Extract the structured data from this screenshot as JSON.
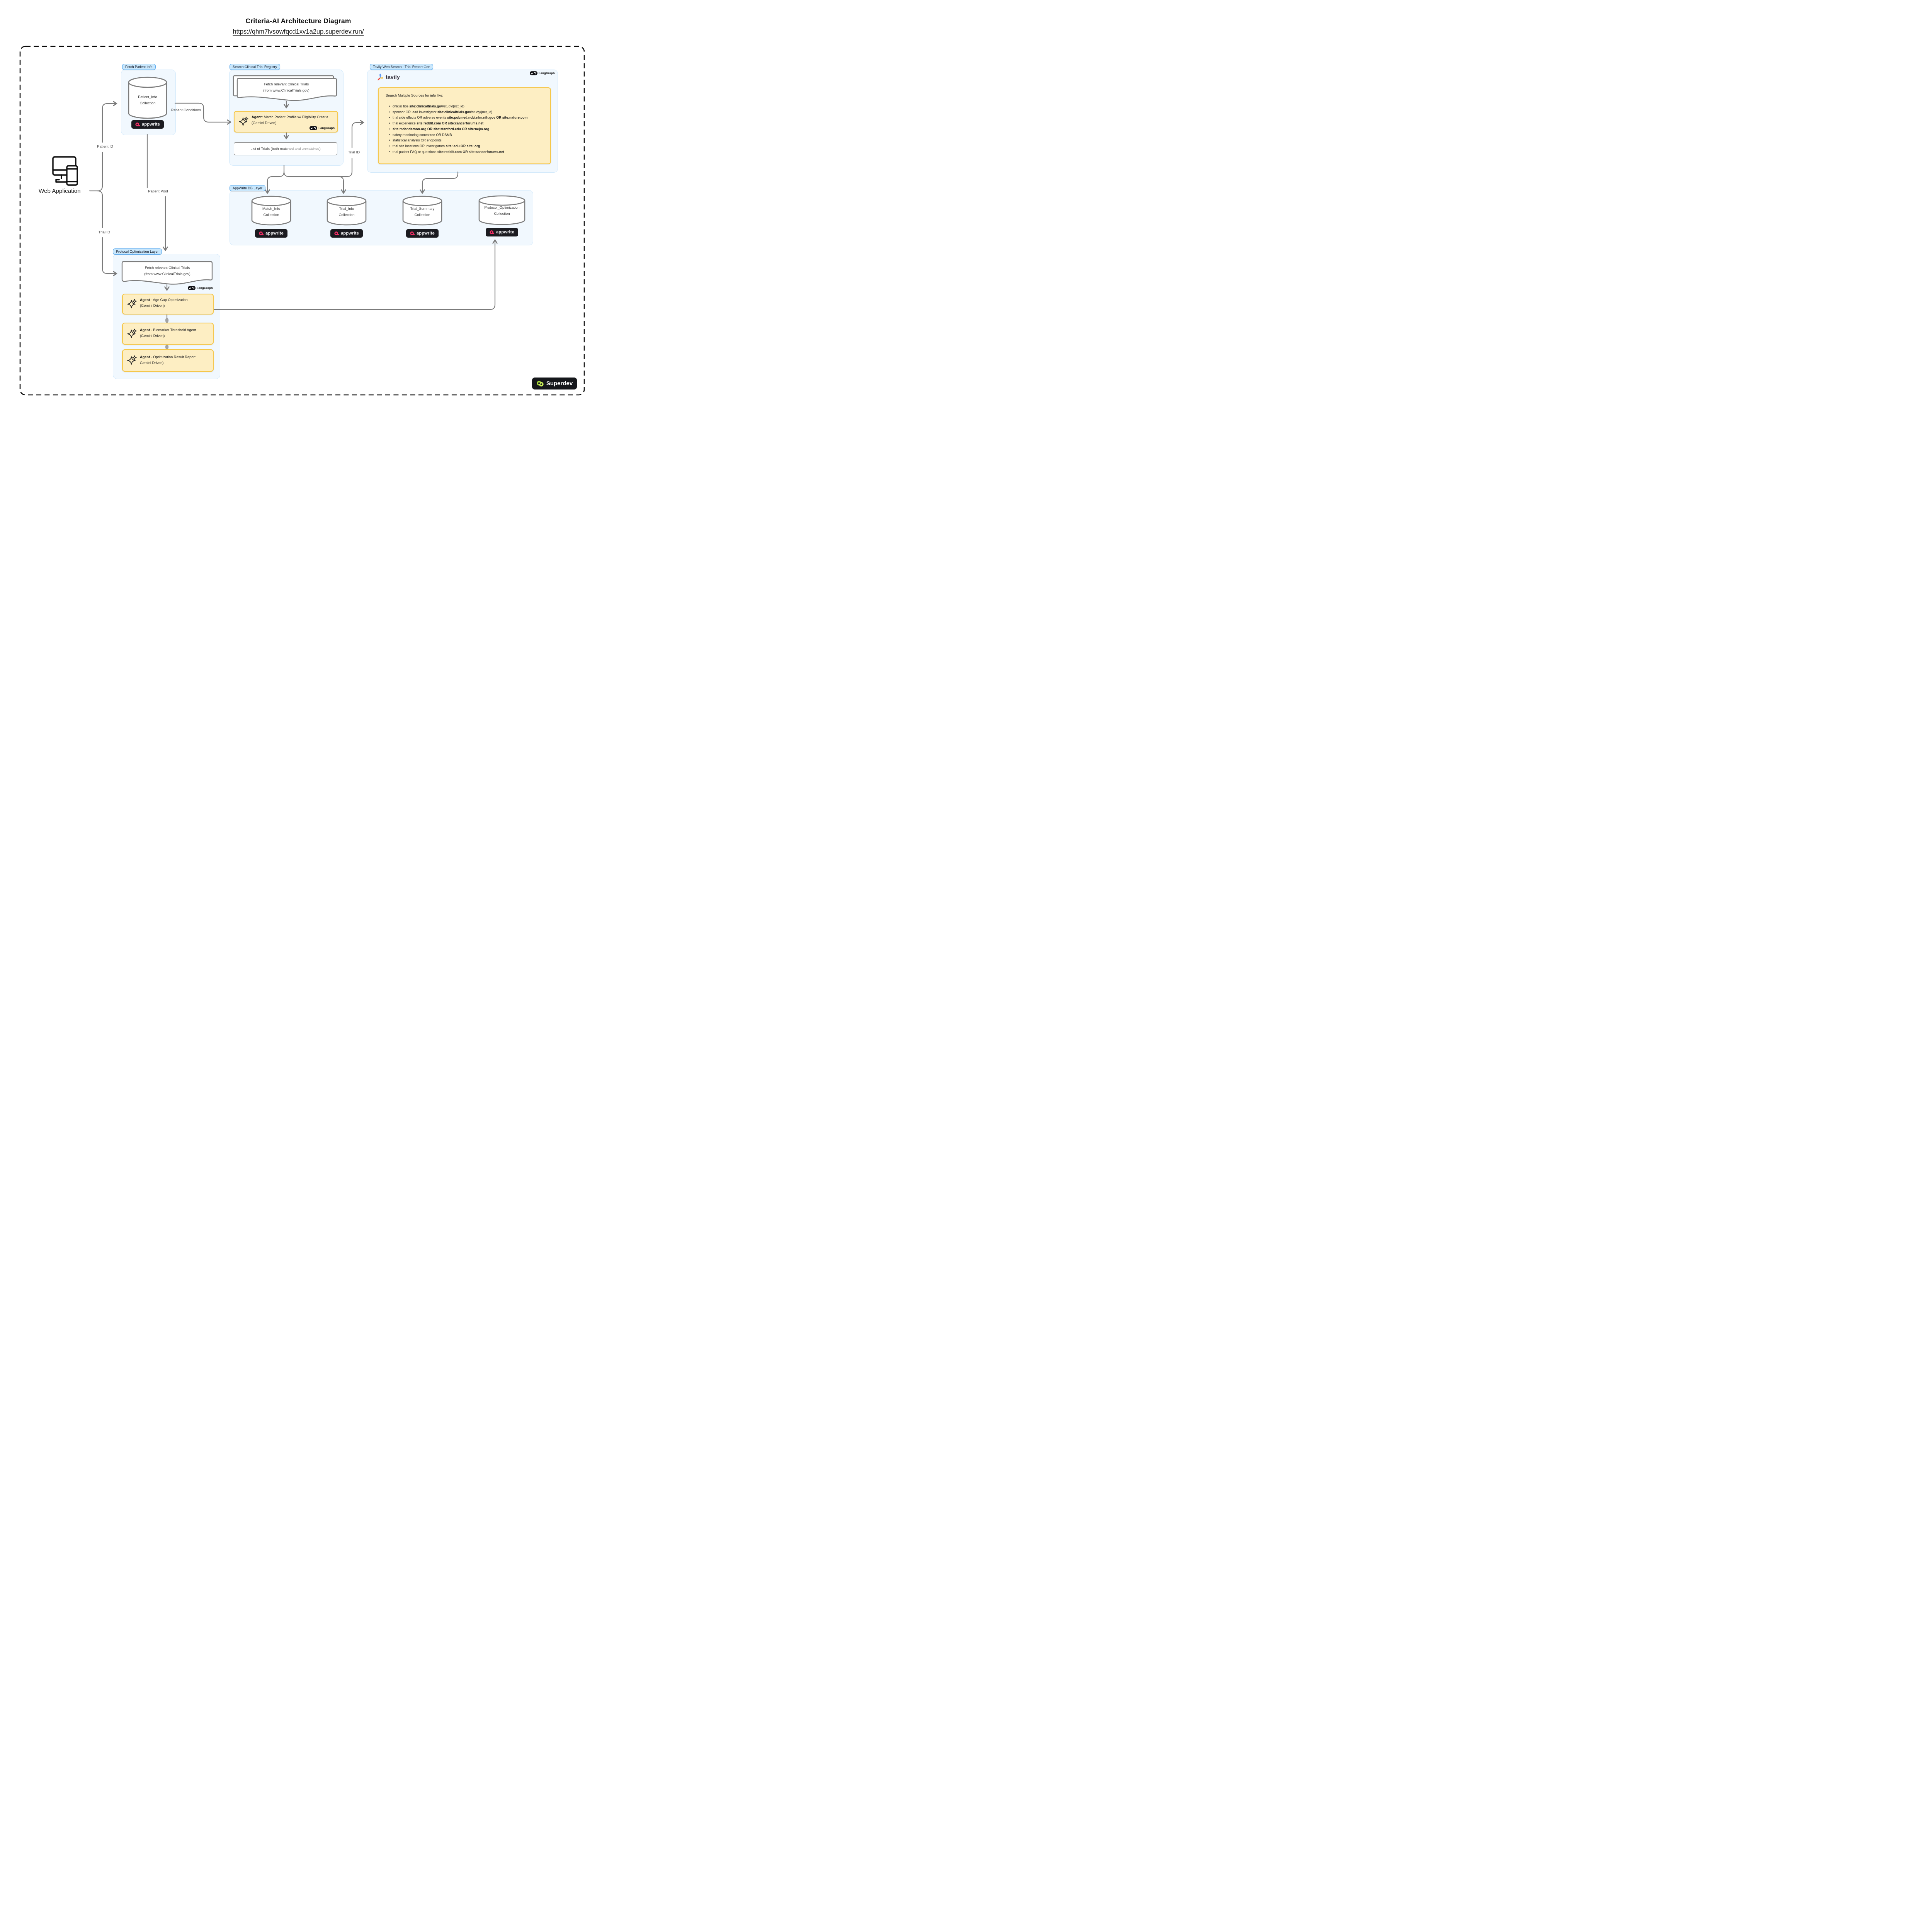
{
  "colors": {
    "pill-bg": "#c9e7fc",
    "pill-border": "#54a7ee",
    "panel-bg": "#f1f8fe",
    "panel-border": "#d2e9fb",
    "agent-bg": "#fdeec3",
    "agent-border": "#f5c74b",
    "line": "#7b7b7b",
    "appwrite-pink": "#f02e65",
    "badge-dark": "#1b1b20",
    "superdev-lime": "#b9e23c"
  },
  "title": "Criteria-AI Architecture Diagram",
  "url": "https://qhm7lvsowfqcd1xv1a2up.superdev.run/",
  "web_app": {
    "label": "Web Application"
  },
  "edges": {
    "patient_id": "Patient ID",
    "trial_id_left": "Trial ID",
    "patient_conditions": "Patient Conditions",
    "patient_pool": "Patient Pool",
    "trial_id_mid": "Trial ID"
  },
  "brand": {
    "appwrite": "appwrite",
    "langgraph": "LangGraph",
    "tavily": "tavily",
    "superdev": "Superdev"
  },
  "fetch_patient_info": {
    "tag": "Fetch Patient Info",
    "cylinder": {
      "line1": "Patient_Info",
      "line2": "Collection"
    }
  },
  "search_registry": {
    "tag": "Search Clinical Trial Registry",
    "document": {
      "line1": "Fetch relevant Clinical Trials",
      "line2": "(from www.ClinicalTrials.gov)"
    },
    "agent": {
      "bold": "Agent:",
      "rest": " Match Patient Profile w/ Eligibility Criteria",
      "line2": "(Gemini Driven)"
    },
    "list_box": "List of Trials (both matched and unmatched)"
  },
  "tavily": {
    "tag": "Tavily Web Search - Trial Report Gen",
    "panel_title": "Search Multiple Sources for info like:",
    "bullets": [
      [
        {
          "t": "official title ",
          "b": false
        },
        {
          "t": "site:clinicaltrials.gov",
          "b": true
        },
        {
          "t": "/study/{nct_id}",
          "b": false
        }
      ],
      [
        {
          "t": "sponsor OR lead investigator ",
          "b": false
        },
        {
          "t": "site:clinicaltrials.gov",
          "b": true
        },
        {
          "t": "/study/{nct_id}",
          "b": false
        }
      ],
      [
        {
          "t": "trial side effects OR adverse events ",
          "b": false
        },
        {
          "t": "site:pubmed.ncbi.nlm.nih.gov OR site:nature.com",
          "b": true
        }
      ],
      [
        {
          "t": "trial experience ",
          "b": false
        },
        {
          "t": "site:reddit.com OR site:cancerforums.net",
          "b": true
        }
      ],
      [
        {
          "t": "site:mdanderson.org OR site:stanford.edu OR site:nejm.org",
          "b": true
        }
      ],
      [
        {
          "t": "safety monitoring committee OR DSMB",
          "b": false
        }
      ],
      [
        {
          "t": "statistical analysis OR endpoints",
          "b": false
        }
      ],
      [
        {
          "t": "trial site locations OR investigators ",
          "b": false
        },
        {
          "t": "site:.edu OR site:.org",
          "b": true
        }
      ],
      [
        {
          "t": "trial patient FAQ or questions ",
          "b": false
        },
        {
          "t": "site:reddit.com OR site:cancerforums.net",
          "b": true
        }
      ]
    ]
  },
  "db_layer": {
    "tag": "AppWrite DB Layer",
    "collections": [
      {
        "line1": "Match_Info",
        "line2": "Collection"
      },
      {
        "line1": "Trial_Info",
        "line2": "Collection"
      },
      {
        "line1": "Trial_Summary",
        "line2": "Collection"
      },
      {
        "line1": "Protocol_Optimization",
        "line2": "Collection"
      }
    ]
  },
  "protocol_layer": {
    "tag": "Protocol Optimization Layer",
    "document": {
      "line1": "Fetch relevant Clinical Trials",
      "line2": "(from www.ClinicalTrials.gov)"
    },
    "agents": [
      {
        "bold": "Agent",
        "rest": " - Age Gap Optimization",
        "line2": "(Gemini Driven)"
      },
      {
        "bold": "Agent",
        "rest": " - Biomarker Threshold Agent",
        "line2": "(Gemini Driven)"
      },
      {
        "bold": "Agent",
        "rest": " - Optimization Result Report",
        "line2": "Gemini Driven)"
      }
    ]
  }
}
